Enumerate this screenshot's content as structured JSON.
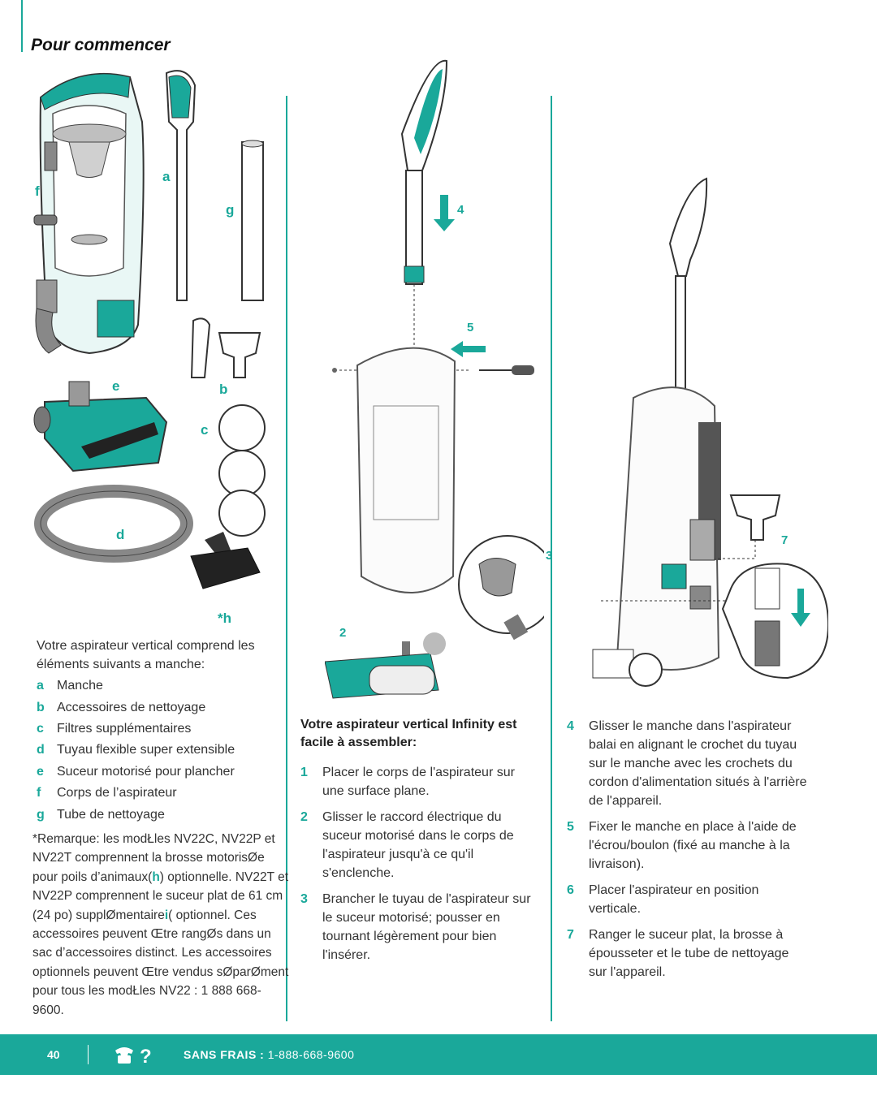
{
  "page": {
    "title": "Pour commencer"
  },
  "part_labels": {
    "a": "a",
    "b": "b",
    "c": "c",
    "d": "d",
    "e": "e",
    "f": "f",
    "g": "g",
    "h": "*h"
  },
  "step_markers": {
    "s2": "2",
    "s3": "3",
    "s4": "4",
    "s5": "5",
    "s7": "7"
  },
  "intro": "Votre aspirateur vertical comprend les éléments suivants a manche:",
  "parts": [
    {
      "key": "a",
      "label": "Manche"
    },
    {
      "key": "b",
      "label": "Accessoires de nettoyage"
    },
    {
      "key": "c",
      "label": "Filtres supplémentaires"
    },
    {
      "key": "d",
      "label": "Tuyau flexible super extensible"
    },
    {
      "key": "e",
      "label": "Suceur motorisé pour plancher"
    },
    {
      "key": "f",
      "label": "Corps de l’aspirateur"
    },
    {
      "key": "g",
      "label": "Tube de nettoyage"
    }
  ],
  "note": {
    "part1": "*Remarque: les modŁles NV22C, NV22P et NV22T comprennent la brosse motorisØe pour poils d’animaux(",
    "h": "h",
    "part2": ") optionnelle. NV22T et NV22P comprennent le suceur plat de 61 cm (24 po) supplØmentaire",
    "i": "i",
    "part3": "( optionnel. Ces accessoires peuvent Œtre rangØs dans un sac d’accessoires distinct. Les accessoires optionnels peuvent Œtre vendus sØparØment pour tous les modŁles NV22 : 1 888 668-9600."
  },
  "assembly": {
    "title": "Votre aspirateur vertical Infinity est facile à assembler:",
    "steps_left": [
      {
        "n": "1",
        "text": "Placer le corps de l'aspirateur sur une surface plane."
      },
      {
        "n": "2",
        "text": "Glisser le raccord électrique du suceur motorisé dans le corps de l'aspirateur jusqu'à ce qu'il s'enclenche."
      },
      {
        "n": "3",
        "text": "Brancher le tuyau de l'aspirateur sur le suceur motorisé; pousser en tournant légèrement pour bien l'insérer."
      }
    ],
    "steps_right": [
      {
        "n": "4",
        "text": "Glisser le manche dans l'aspirateur balai en alignant le crochet du tuyau sur le manche avec les crochets du cordon d'alimentation situés à l'arrière de l'appareil."
      },
      {
        "n": "5",
        "text": "Fixer le manche en place à l'aide de l'écrou/boulon (fixé au manche à la livraison)."
      },
      {
        "n": "6",
        "text": "Placer l'aspirateur en position verticale."
      },
      {
        "n": "7",
        "text": "Ranger le suceur plat, la brosse à épousseter et le tube de nettoyage sur l'appareil."
      }
    ]
  },
  "footer": {
    "page_number": "40",
    "phone_icon": "phone-question-icon",
    "label": "SANS FRAIS :",
    "phone": "1-888-668-9600"
  },
  "colors": {
    "accent": "#1aa89a"
  }
}
